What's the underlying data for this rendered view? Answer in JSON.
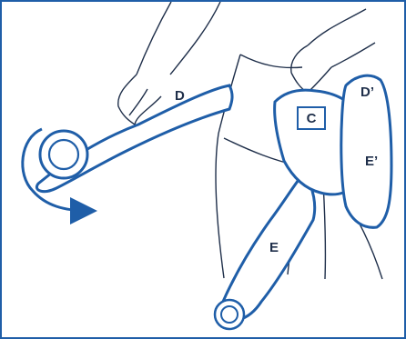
{
  "colors": {
    "outline": "#1f5ea8",
    "ink": "#1f2f4a",
    "fill": "#ffffff"
  },
  "labels": {
    "d": "D",
    "c": "C",
    "d_prime": "D’",
    "e_prime": "E’",
    "e": "E"
  },
  "icons": {
    "rotation": "curved-arrow-icon"
  }
}
